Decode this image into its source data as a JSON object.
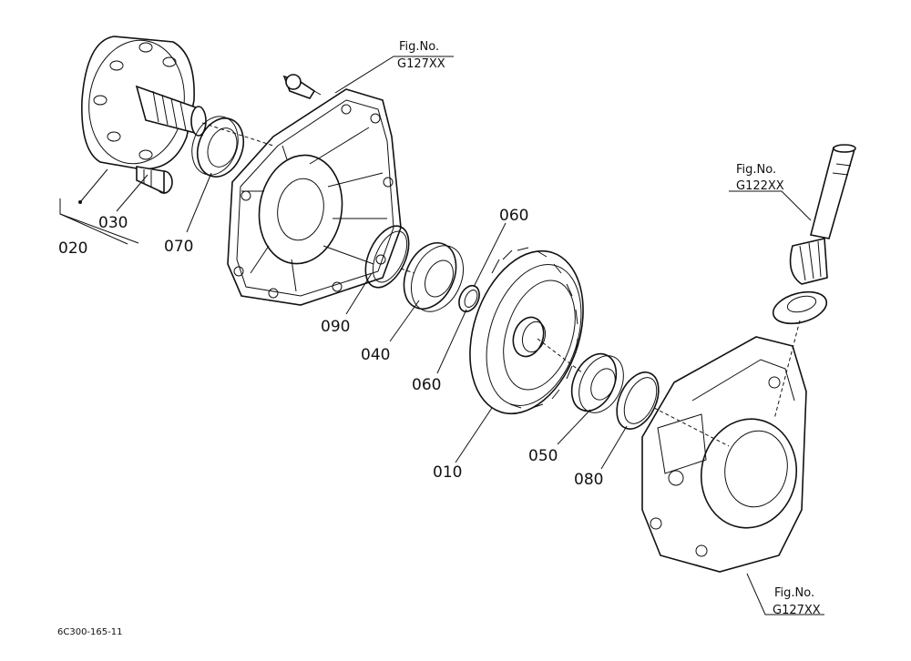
{
  "parts": [
    {
      "number": "010"
    },
    {
      "number": "020"
    },
    {
      "number": "030"
    },
    {
      "number": "040"
    },
    {
      "number": "050"
    },
    {
      "number": "060"
    },
    {
      "number": "060"
    },
    {
      "number": "070"
    },
    {
      "number": "080"
    },
    {
      "number": "090"
    }
  ],
  "references": [
    {
      "prefix": "Fig.No.",
      "code": "G127XX"
    },
    {
      "prefix": "Fig.No.",
      "code": "G122XX"
    },
    {
      "prefix": "Fig.No.",
      "code": "G127XX"
    }
  ],
  "drawing_code": "6C300-165-11"
}
